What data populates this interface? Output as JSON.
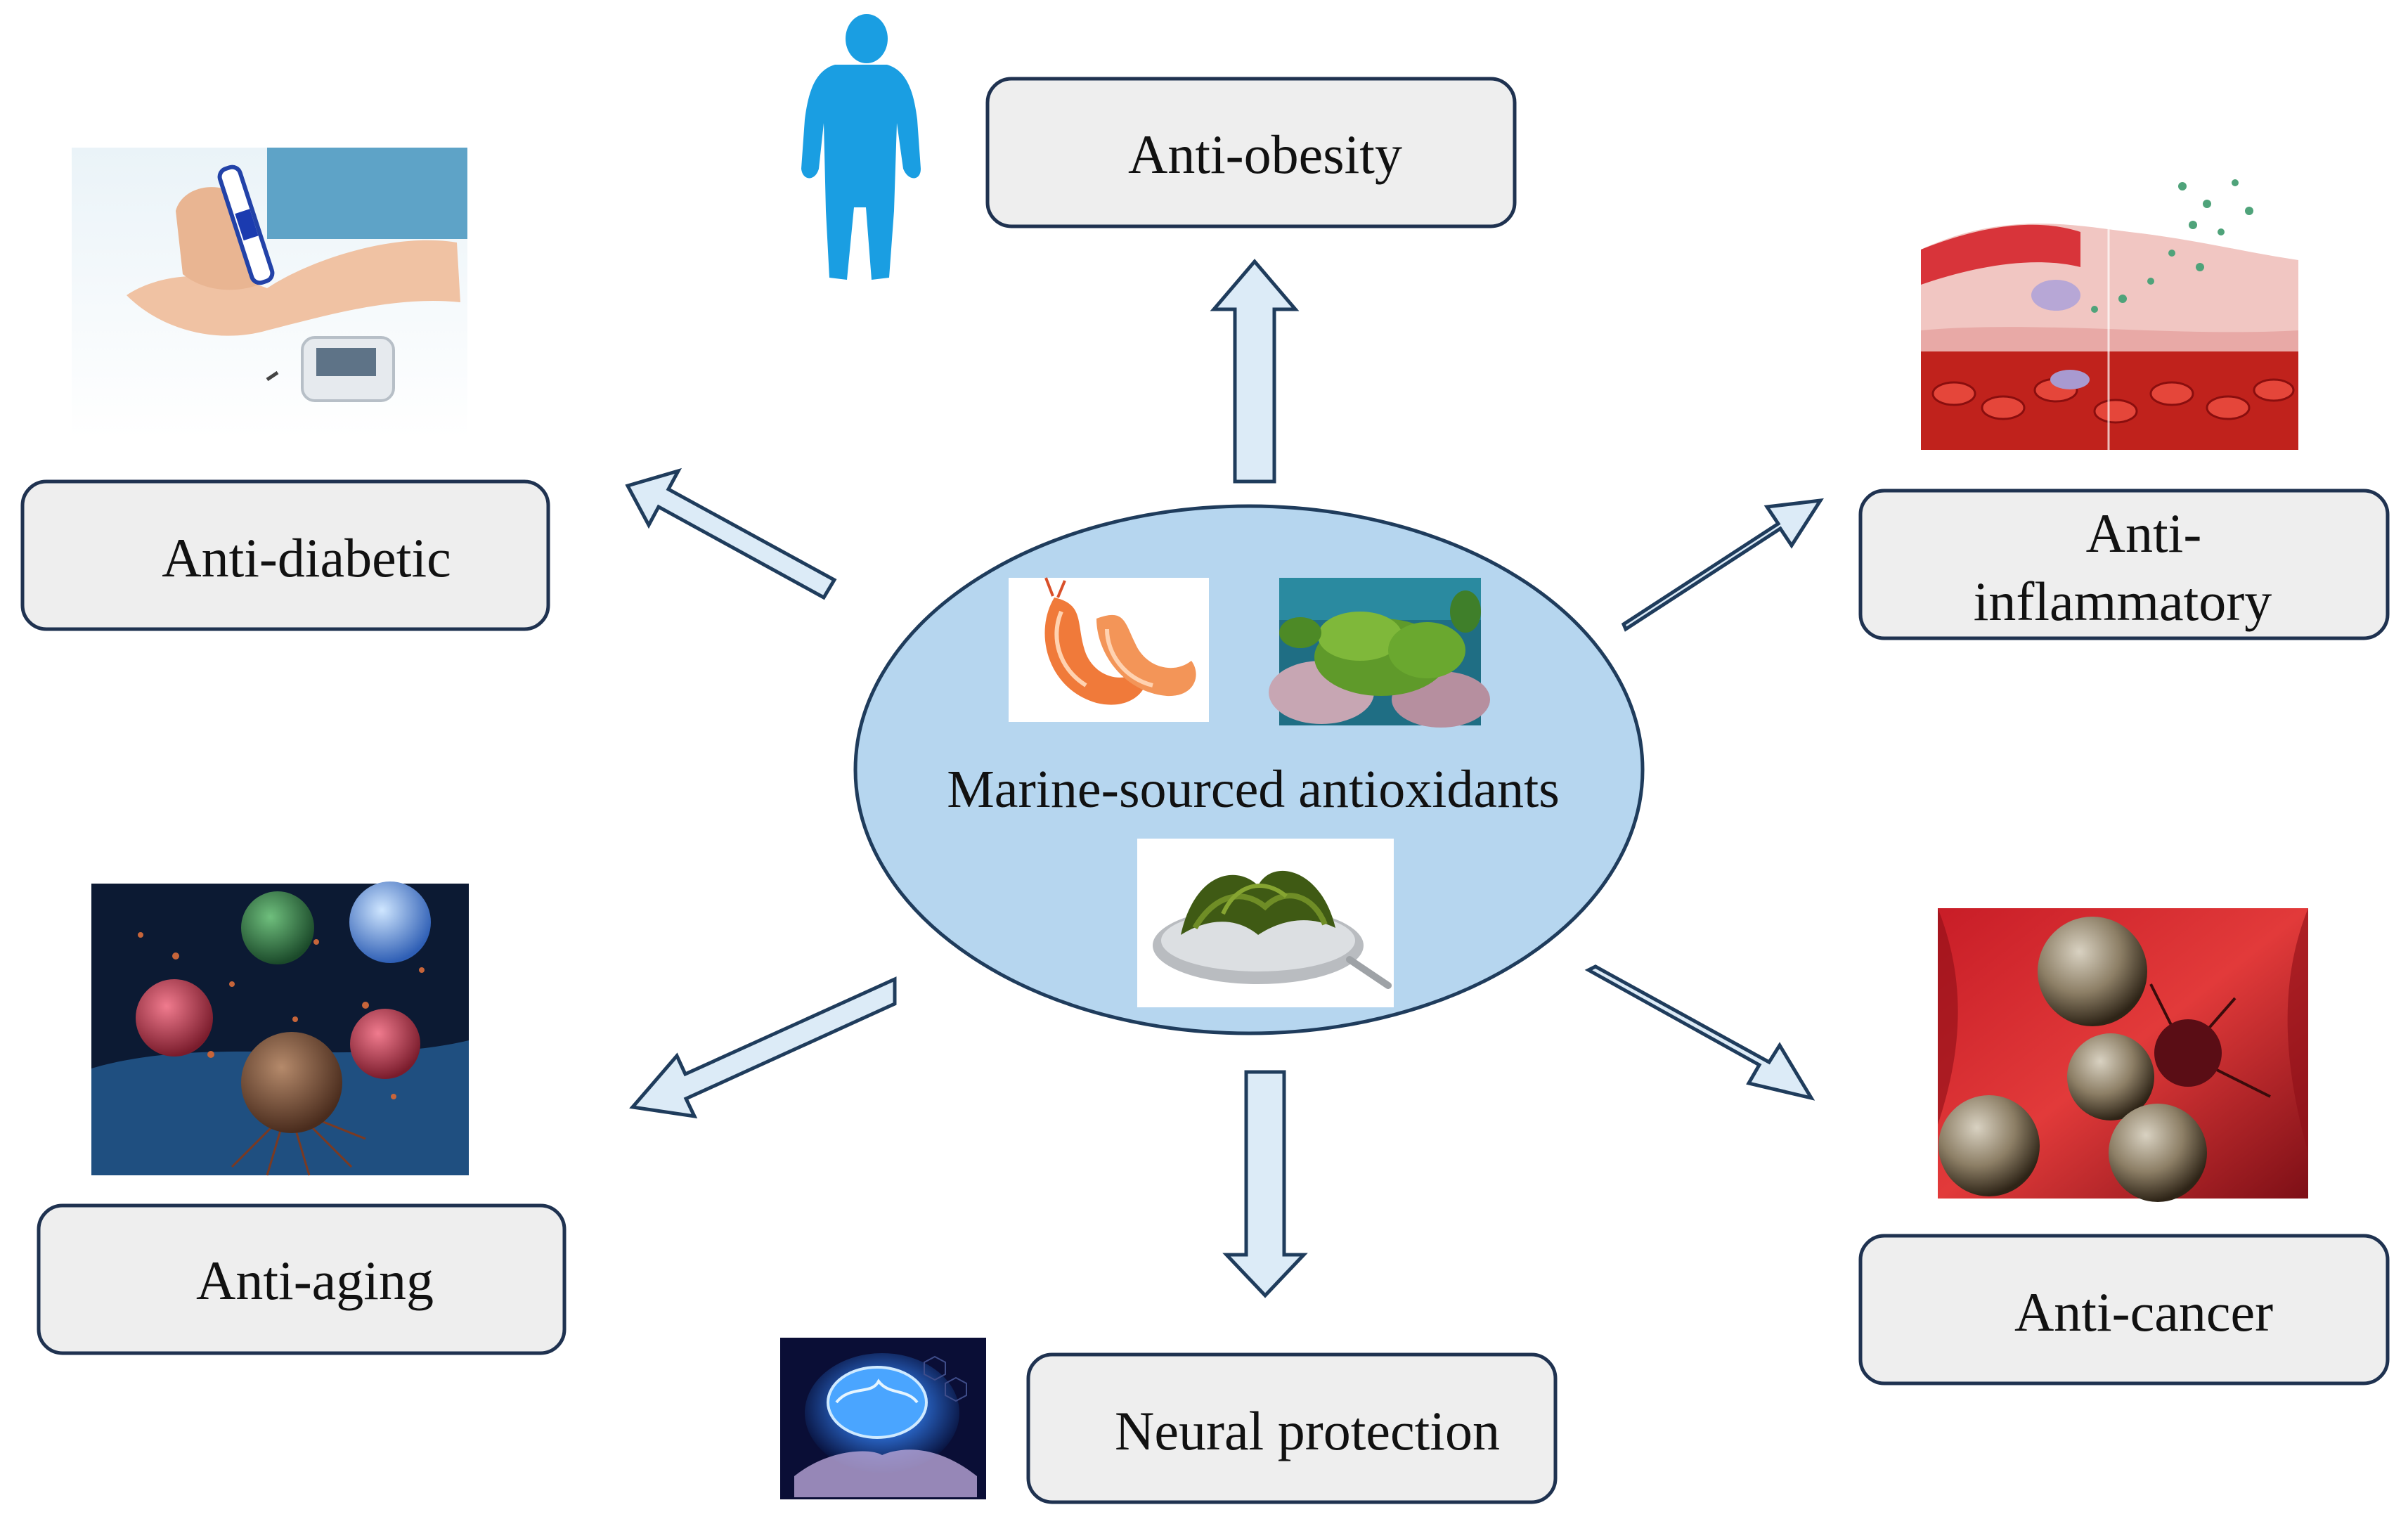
{
  "diagram": {
    "center": {
      "label": "Marine-sourced antioxidants",
      "images": [
        "shrimp",
        "coral-reef-seaweed",
        "kelp-in-spoon"
      ]
    },
    "effects": [
      {
        "id": "obesity",
        "label_lines": [
          "Anti-obesity"
        ],
        "image": "human-silhouette"
      },
      {
        "id": "diabetic",
        "label_lines": [
          "Anti-diabetic"
        ],
        "image": "blood-glucose-test"
      },
      {
        "id": "inflammatory",
        "label_lines": [
          "Anti-",
          "inflammatory"
        ],
        "image": "inflamed-tissue"
      },
      {
        "id": "aging",
        "label_lines": [
          "Anti-aging"
        ],
        "image": "immune-cells"
      },
      {
        "id": "cancer",
        "label_lines": [
          "Anti-cancer"
        ],
        "image": "cancer-cells"
      },
      {
        "id": "neural",
        "label_lines": [
          "Neural protection"
        ],
        "image": "glowing-brain"
      }
    ]
  },
  "colors": {
    "ellipse_fill": "#b6d6ef",
    "ellipse_stroke": "#1f3c5c",
    "box_fill": "#eeeeee",
    "box_stroke": "#1f3250",
    "arrow_fill": "#dcebf7",
    "arrow_stroke": "#1f3c5c",
    "silhouette": "#1a9ee2"
  }
}
